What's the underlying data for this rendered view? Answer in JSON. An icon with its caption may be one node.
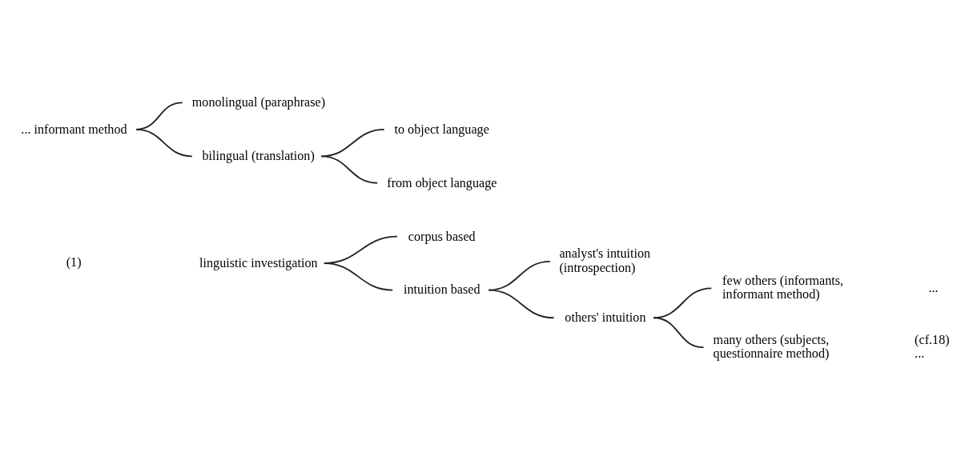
{
  "diagram": {
    "nodes": [
      {
        "text": [
          "linguistic investigation"
        ]
      },
      {
        "text": [
          "corpus based"
        ]
      },
      {
        "text": [
          "intuition based"
        ]
      },
      {
        "text": [
          "analyst's intuition (introspection)"
        ]
      },
      {
        "text": [
          "others' intuition"
        ]
      },
      {
        "text": [
          "few others (informants, informant method)"
        ],
        "beside": [
          "..."
        ]
      },
      {
        "text": [
          "many others (subjects, questionnaire method)"
        ],
        "beside": [
          "(cf.18)",
          "..."
        ]
      },
      {
        "text": [
          "... informant method"
        ]
      },
      {
        "text": [
          "monolingual (paraphrase)"
        ]
      },
      {
        "text": [
          "bilingual (translation)"
        ]
      },
      {
        "text": [
          "to object language"
        ]
      },
      {
        "text": [
          "from object language"
        ]
      }
    ],
    "edges": [
      {
        "from": 0,
        "to": 1,
        "arrow": "none"
      },
      {
        "from": 0,
        "to": 2,
        "arrow": "none"
      },
      {
        "from": 2,
        "to": 3,
        "arrow": "none"
      },
      {
        "from": 2,
        "to": 4,
        "arrow": "none"
      },
      {
        "from": 4,
        "to": 5,
        "arrow": "none"
      },
      {
        "from": 4,
        "to": 6,
        "arrow": "none"
      },
      {
        "from": 7,
        "to": 8,
        "arrow": "none"
      },
      {
        "from": 7,
        "to": 9,
        "arrow": "none"
      },
      {
        "from": 9,
        "to": 10,
        "arrow": "none"
      },
      {
        "from": 9,
        "to": 11,
        "arrow": "none"
      }
    ],
    "labels": [
      "(1)"
    ]
  }
}
